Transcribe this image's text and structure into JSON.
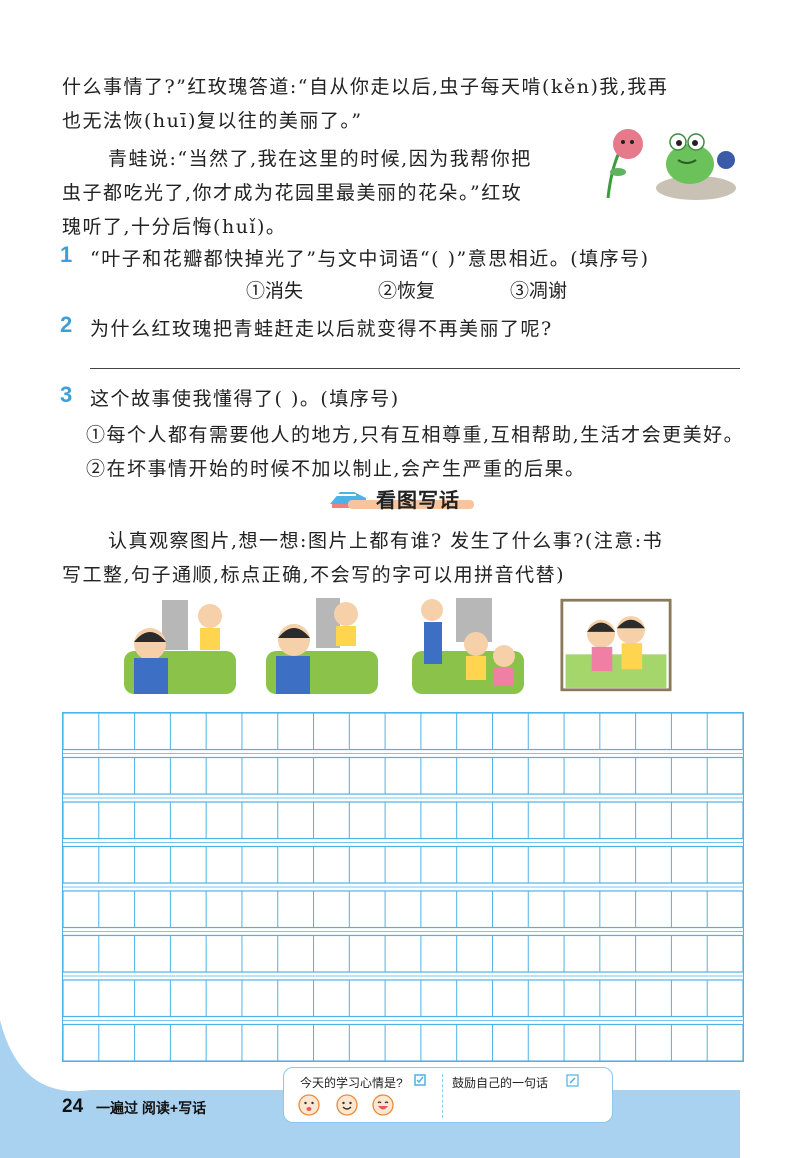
{
  "story": {
    "line1": "什么事情了?”红玫瑰答道:“自从你走以后,虫子每天啃(kěn)我,我再",
    "line2": "也无法恢(huī)复以往的美丽了。”",
    "line3": "青蛙说:“当然了,我在这里的时候,因为我帮你把",
    "line4": "虫子都吃光了,你才成为花园里最美丽的花朵。”红玫",
    "line5": "瑰听了,十分后悔(huǐ)。"
  },
  "questions": [
    {
      "num": "1",
      "text": "“叶子和花瓣都快掉光了”与文中词语“(      )”意思相近。(填序号)",
      "options": [
        "①消失",
        "②恢复",
        "③凋谢"
      ]
    },
    {
      "num": "2",
      "text": "为什么红玫瑰把青蛙赶走以后就变得不再美丽了呢?"
    },
    {
      "num": "3",
      "text": "这个故事使我懂得了(      )。(填序号)",
      "options": [
        "①每个人都有需要他人的地方,只有互相尊重,互相帮助,生活才会更美好。",
        "②在坏事情开始的时候不加以制止,会产生严重的后果。"
      ]
    }
  ],
  "section": {
    "title": "看图写话",
    "instr1": "认真观察图片,想一想:图片上都有谁? 发生了什么事?(注意:书",
    "instr2": "写工整,句子通顺,标点正确,不会写的字可以用拼音代替)"
  },
  "writing_grid": {
    "columns": 19,
    "rows": 8
  },
  "footer": {
    "page_number": "24",
    "brand": "一遍过 阅读+写话",
    "mood_question": "今天的学习心情是?",
    "encourage": "鼓励自己的一句话"
  },
  "colors": {
    "accent_blue": "#3aa0d8",
    "grid_blue": "#4db2e6",
    "footer_blue": "#a9d2f0",
    "section_bar": "#f5c4a0"
  }
}
